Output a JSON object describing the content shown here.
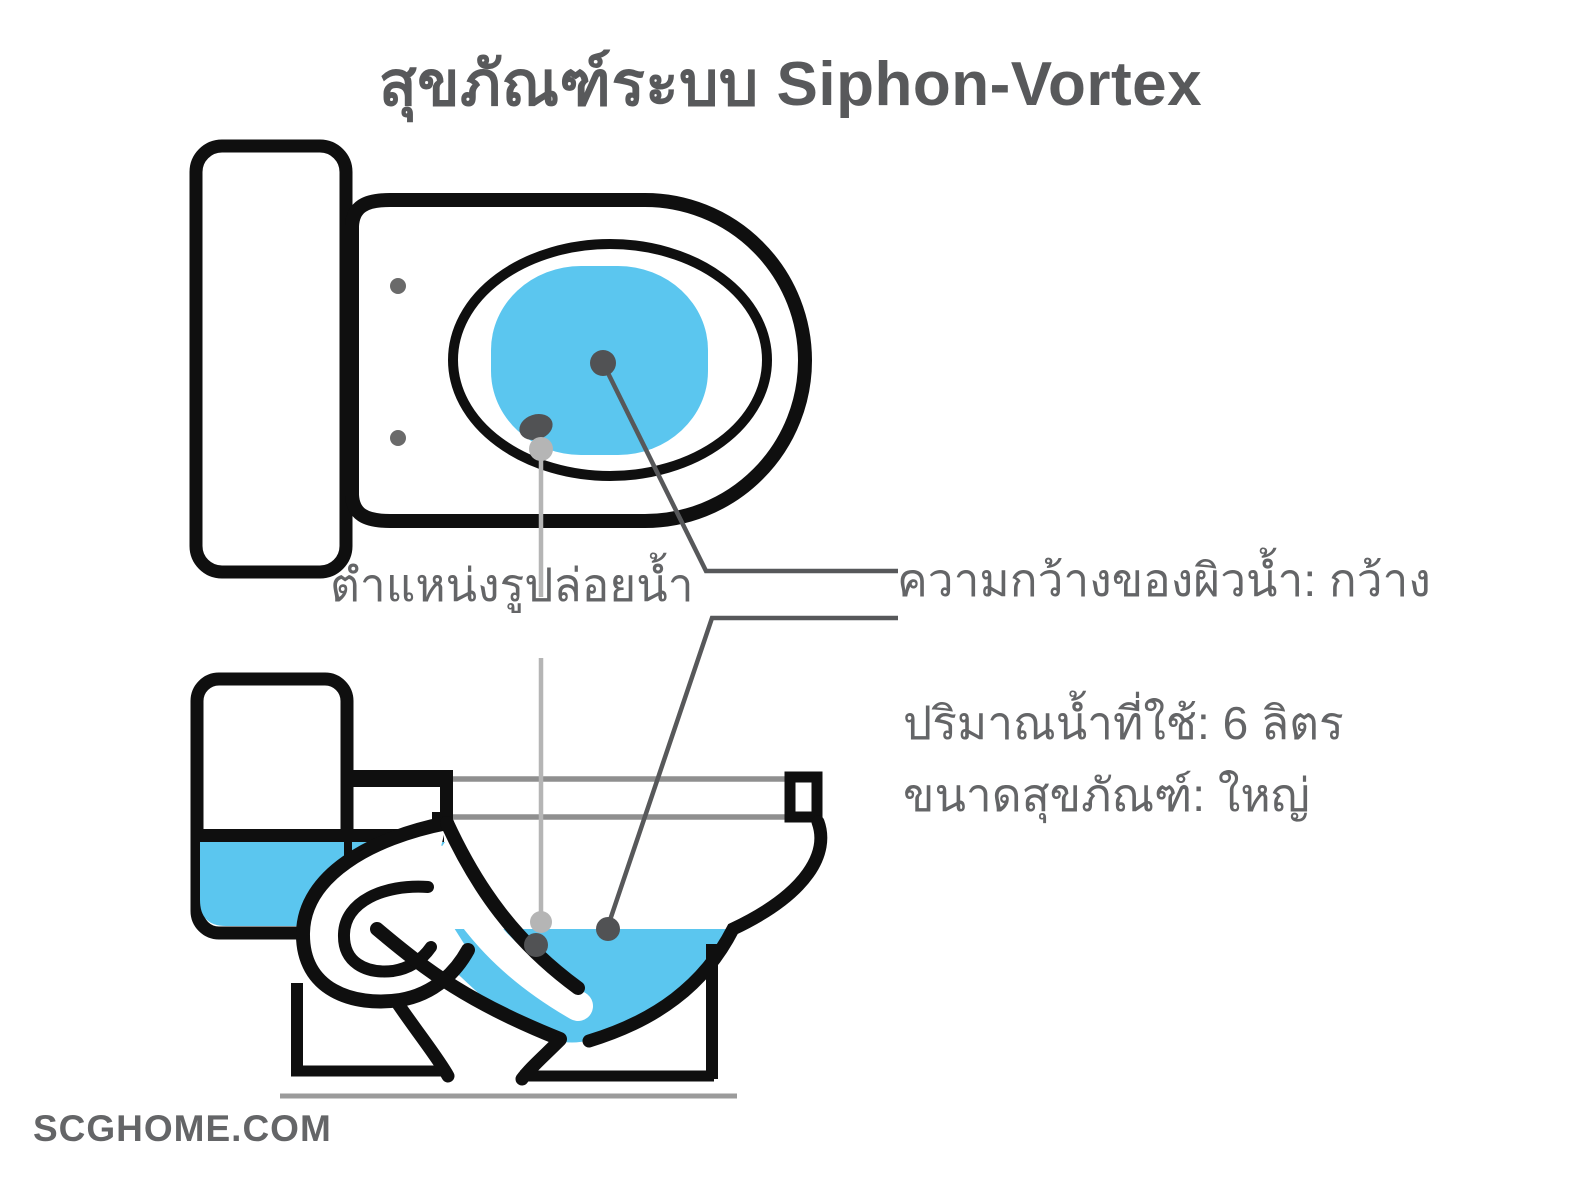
{
  "title": "สุขภัณฑ์ระบบ Siphon-Vortex",
  "diagram": {
    "views": {
      "top_view": "toilet top view",
      "side_view": "toilet side cross-section view"
    },
    "labels": {
      "drain_hole_position": "ตำแหน่งรูปล่อยน้ำ",
      "water_surface_width": "ความกว้างของผิวน้ำ: กว้าง",
      "water_volume": "ปริมาณน้ำที่ใช้: 6 ลิตร",
      "toilet_size": "ขนาดสุขภัณฑ์: ใหญ่"
    },
    "icons": {
      "marker_dot_dark": "dark leader dot on water surface",
      "marker_dot_light": "light leader dot on drain hole",
      "bolt_dot": "seat bolt dot"
    }
  },
  "footer": {
    "watermark": "SCGHOME.COM"
  },
  "colors": {
    "water": "#5BC6EF",
    "ink": "#0F0F0F",
    "title_text": "#58595B",
    "label_text": "#646567",
    "leader_dark": "#57585A",
    "leader_light": "#B5B5B5",
    "rim_gray": "#8F8F8F",
    "floor_gray": "#9B9B9B",
    "bolt_gray": "#6A6A6A"
  }
}
